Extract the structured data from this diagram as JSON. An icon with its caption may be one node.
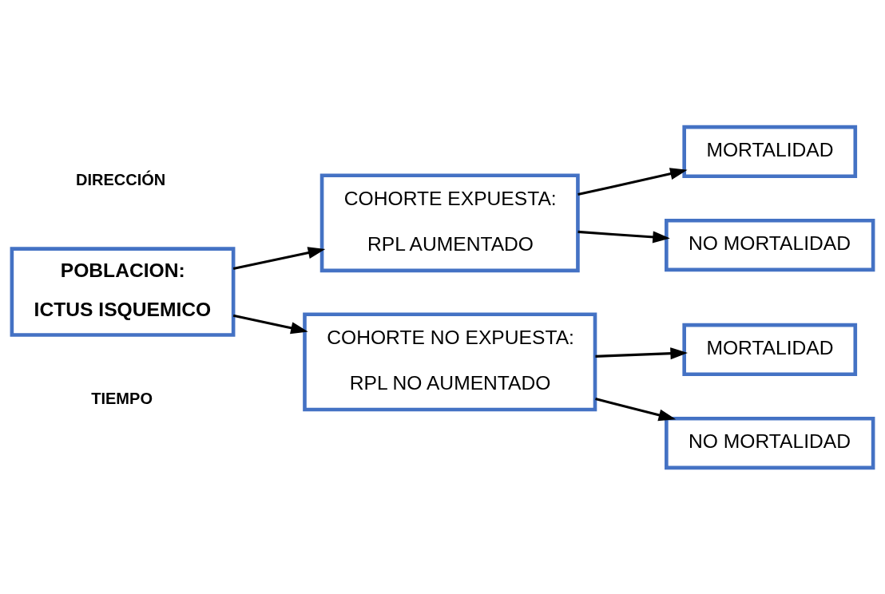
{
  "diagram": {
    "nodes": [
      {
        "text": [
          "POBLACION:",
          "ICTUS ISQUEMICO"
        ]
      },
      {
        "text": [
          "COHORTE EXPUESTA:",
          "RPL AUMENTADO"
        ]
      },
      {
        "text": [
          "MORTALIDAD"
        ]
      },
      {
        "text": [
          "NO MORTALIDAD"
        ]
      },
      {
        "text": [
          "COHORTE NO EXPUESTA:",
          "RPL NO AUMENTADO"
        ]
      },
      {
        "text": [
          "MORTALIDAD"
        ]
      },
      {
        "text": [
          "NO MORTALIDAD"
        ]
      }
    ],
    "edges": [
      {
        "from": 0,
        "to": 1,
        "arrow": "to"
      },
      {
        "from": 0,
        "to": 4,
        "arrow": "to"
      },
      {
        "from": 1,
        "to": 2,
        "arrow": "to"
      },
      {
        "from": 1,
        "to": 3,
        "arrow": "to"
      },
      {
        "from": 4,
        "to": 5,
        "arrow": "to"
      },
      {
        "from": 4,
        "to": 6,
        "arrow": "to"
      }
    ],
    "labels": [
      "TIEMPO",
      "DIRECCIÓN"
    ]
  }
}
